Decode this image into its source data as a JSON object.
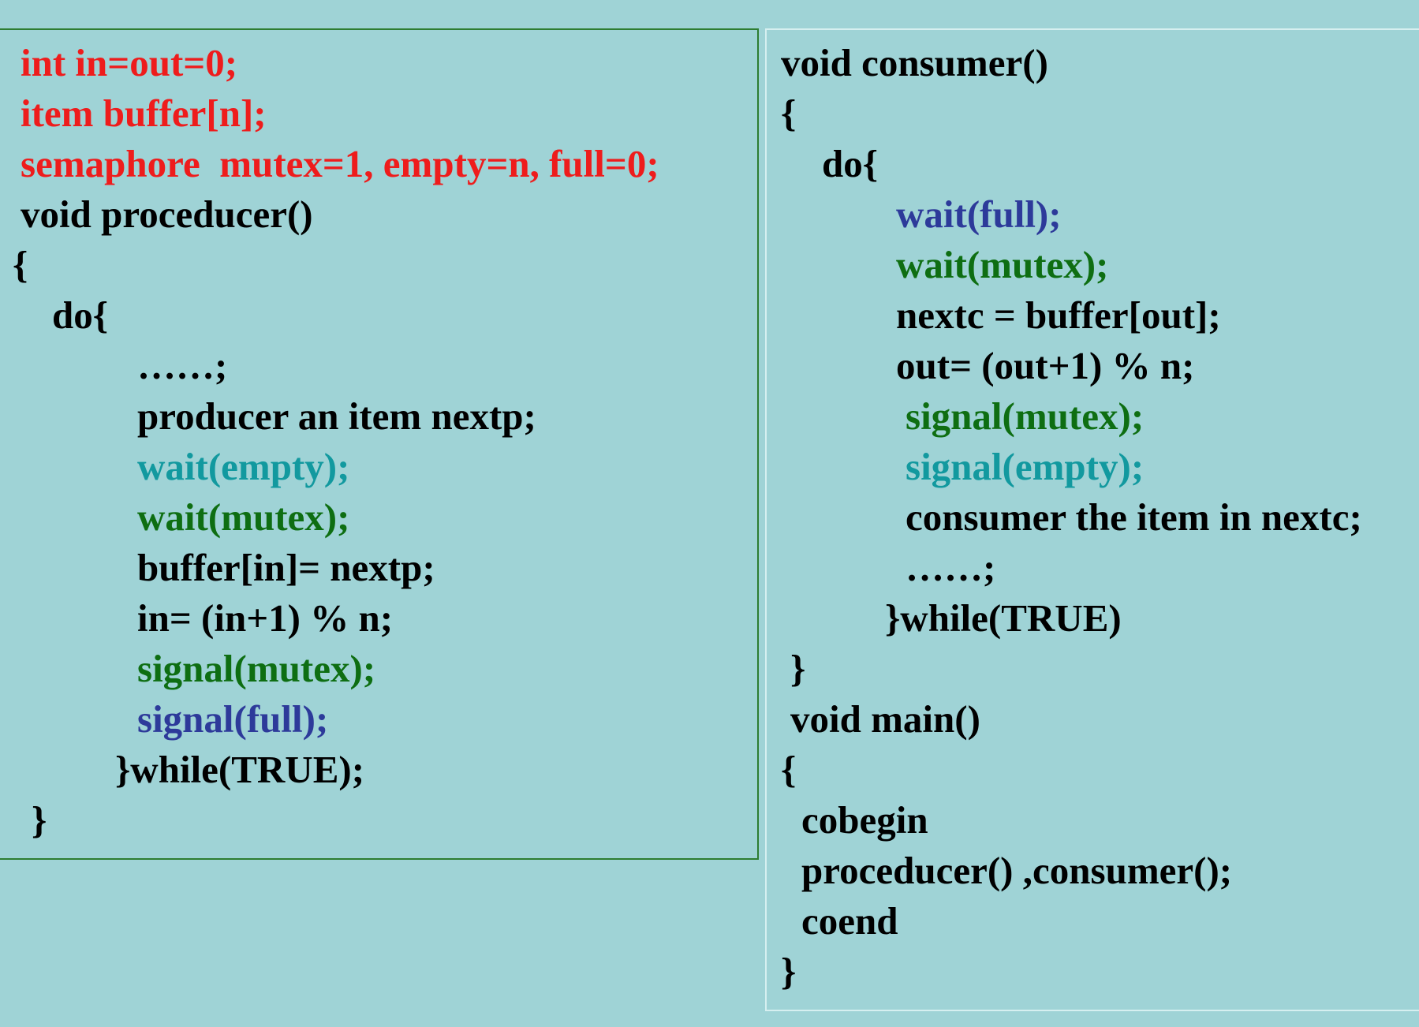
{
  "colors": {
    "background": "#9fd3d6",
    "declarations": "#ee1c1c",
    "empty_ops": "#12999f",
    "mutex_ops": "#0e6e12",
    "full_ops": "#2d3a9a",
    "plain": "#000000",
    "left_border": "#2e7d32"
  },
  "producer_panel": {
    "lines": [
      {
        "text": "int in=out=0;",
        "color": "red"
      },
      {
        "text": "item buffer[n];",
        "color": "red"
      },
      {
        "text": "semaphore  mutex=1, empty=n, full=0;",
        "color": "red"
      },
      {
        "text": "void proceducer()",
        "color": "black"
      },
      {
        "text": "{",
        "color": "black"
      },
      {
        "text": "do{",
        "color": "black"
      },
      {
        "text": "……;",
        "color": "black"
      },
      {
        "text": "producer an item nextp;",
        "color": "black"
      },
      {
        "text": "wait(empty);",
        "color": "cyan"
      },
      {
        "text": "wait(mutex);",
        "color": "green"
      },
      {
        "text": "buffer[in]= nextp;",
        "color": "black"
      },
      {
        "text": "in= (in+1) % n;",
        "color": "black"
      },
      {
        "text": "signal(mutex);",
        "color": "green"
      },
      {
        "text": "signal(full);",
        "color": "blue"
      },
      {
        "text": "}while(TRUE);",
        "color": "black"
      },
      {
        "text": "}",
        "color": "black"
      }
    ]
  },
  "consumer_panel": {
    "lines": [
      {
        "text": "void consumer()",
        "color": "black"
      },
      {
        "text": "{",
        "color": "black"
      },
      {
        "text": "do{",
        "color": "black"
      },
      {
        "text": "wait(full);",
        "color": "blue"
      },
      {
        "text": "wait(mutex);",
        "color": "green"
      },
      {
        "text": "nextc = buffer[out];",
        "color": "black"
      },
      {
        "text": "out= (out+1) % n;",
        "color": "black"
      },
      {
        "text": "signal(mutex);",
        "color": "green"
      },
      {
        "text": "signal(empty);",
        "color": "cyan"
      },
      {
        "text": "consumer the item in nextc;",
        "color": "black"
      },
      {
        "text": "……;",
        "color": "black"
      },
      {
        "text": "}while(TRUE)",
        "color": "black"
      },
      {
        "text": "}",
        "color": "black"
      },
      {
        "text": "void main()",
        "color": "black"
      },
      {
        "text": "{",
        "color": "black"
      },
      {
        "text": "cobegin",
        "color": "black"
      },
      {
        "text": "proceducer() ,consumer();",
        "color": "black"
      },
      {
        "text": "coend",
        "color": "black"
      },
      {
        "text": "}",
        "color": "black"
      }
    ]
  }
}
